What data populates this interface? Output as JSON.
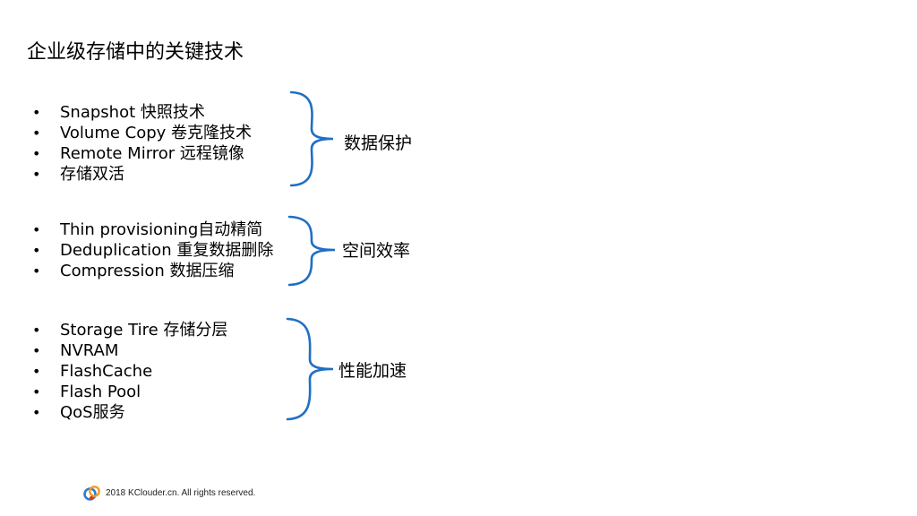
{
  "title": "企业级存储中的关键技术",
  "groups": [
    {
      "label": "数据保护",
      "items": [
        "Snapshot 快照技术",
        "Volume Copy 卷克隆技术",
        "Remote Mirror 远程镜像",
        "存储双活"
      ]
    },
    {
      "label": "空间效率",
      "items": [
        "Thin provisioning自动精简",
        "Deduplication 重复数据删除",
        "Compression 数据压缩"
      ]
    },
    {
      "label": "性能加速",
      "items": [
        "Storage Tire 存储分层",
        "NVRAM",
        "FlashCache",
        "Flash Pool",
        "QoS服务"
      ]
    }
  ],
  "bullet": "•",
  "footer": {
    "text": "2018 KClouder.cn. All rights reserved.",
    "logo_icon": "kclouder-logo-icon"
  },
  "colors": {
    "brace": "#1f6fc4",
    "logo_blue": "#2c7bd1",
    "logo_orange": "#f39a1e",
    "logo_red": "#d83a2a"
  }
}
